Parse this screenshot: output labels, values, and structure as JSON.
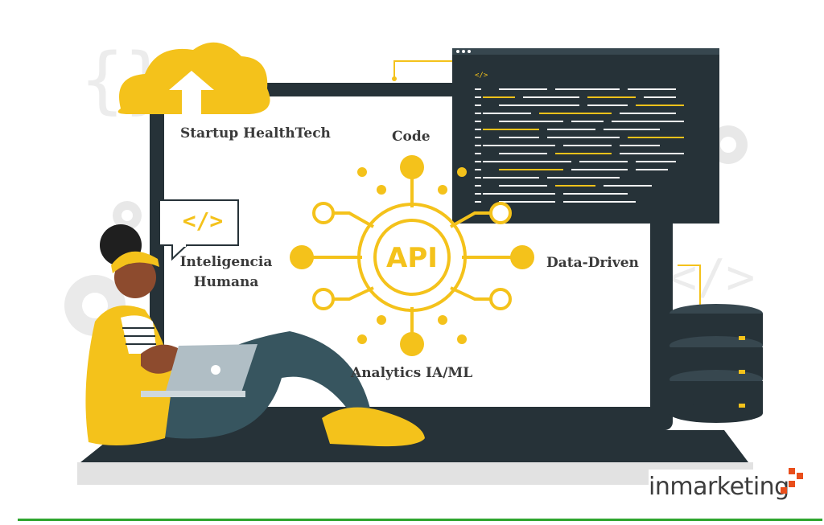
{
  "labels": {
    "startup": "Startup HealthTech",
    "code": "Code",
    "humana_line1": "Inteligencia",
    "humana_line2": "Humana",
    "data_driven": "Data-Driven",
    "analytics": "Analytics IA/ML",
    "api": "API",
    "code_tag": "</>",
    "editor_tag": "</>"
  },
  "brand": {
    "name": "inmarketing"
  },
  "colors": {
    "accent": "#f4c21b",
    "dark": "#263238",
    "screen": "#ffffff",
    "rule": "#2ea52e"
  },
  "icons": [
    "cloud-upload-icon",
    "gear-icon",
    "code-brackets-icon",
    "database-icon",
    "laptop-icon",
    "api-hub-icon"
  ]
}
